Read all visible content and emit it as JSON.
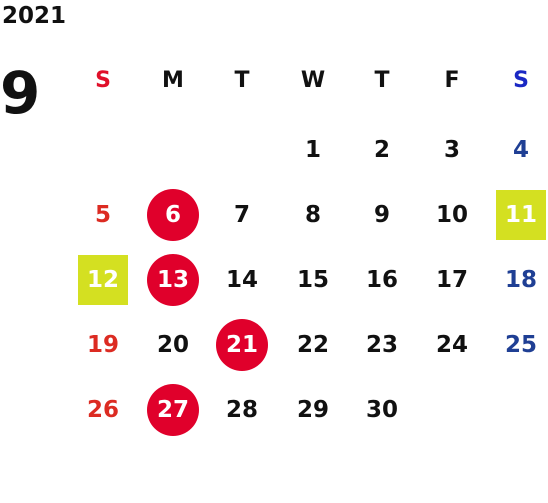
{
  "calendar": {
    "year": "2021",
    "month": "9",
    "weekdays": [
      "S",
      "M",
      "T",
      "W",
      "T",
      "F",
      "S"
    ],
    "days": [
      "1",
      "2",
      "3",
      "4",
      "5",
      "6",
      "7",
      "8",
      "9",
      "10",
      "11",
      "12",
      "13",
      "14",
      "15",
      "16",
      "17",
      "18",
      "19",
      "20",
      "21",
      "22",
      "23",
      "24",
      "25",
      "26",
      "27",
      "28",
      "29",
      "30"
    ],
    "first_weekday_index": 3,
    "circled_days": [
      "6",
      "13",
      "21",
      "27"
    ],
    "boxed_days": [
      "11",
      "12"
    ]
  },
  "colors": {
    "circle": "#e0002b",
    "box": "#d4e021",
    "sunday": "#dc2b22",
    "saturday": "#1f3f94",
    "header_sunday": "#e0102a",
    "header_saturday": "#1a28c4",
    "text": "#111111"
  }
}
